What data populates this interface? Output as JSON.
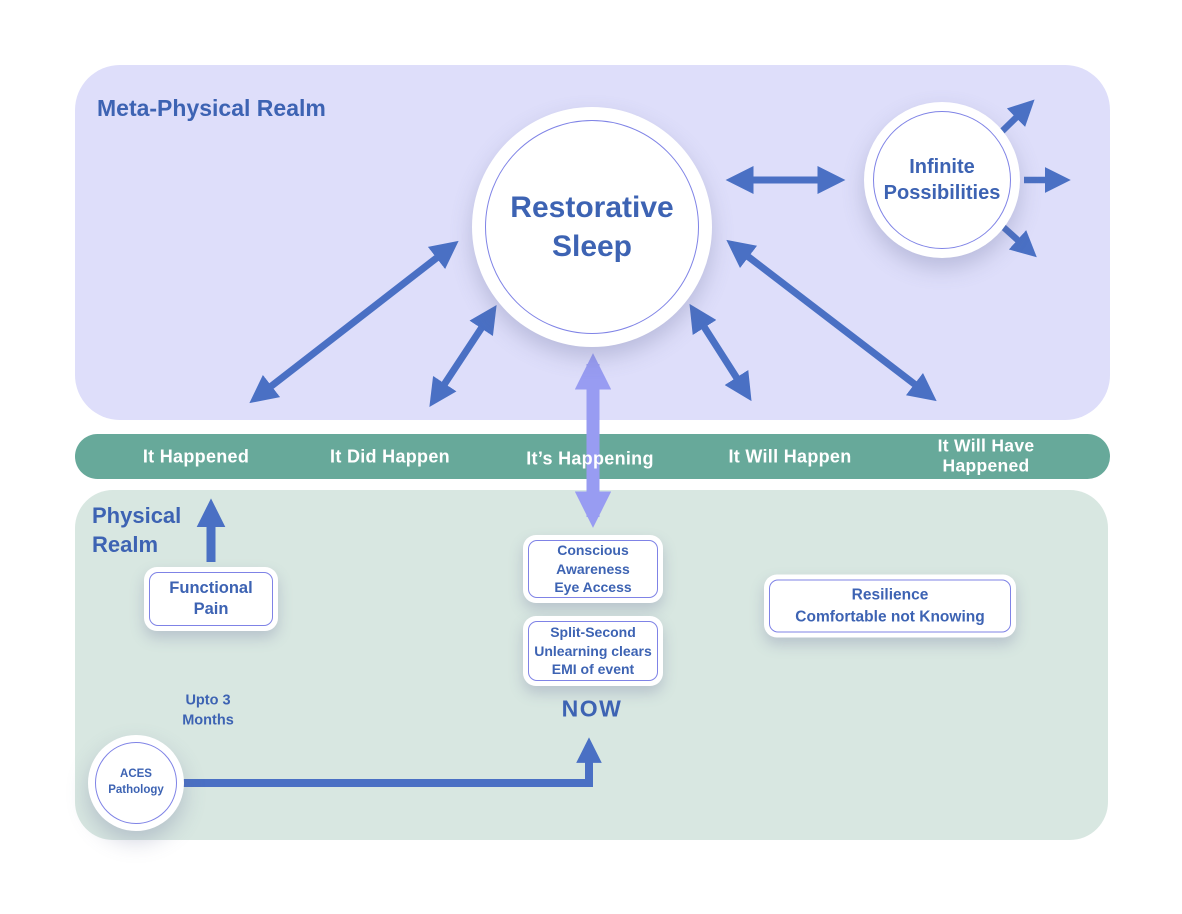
{
  "colors": {
    "meta_bg": "#dedefa",
    "physical_bg": "#d8e7e1",
    "band_bg": "#67a99a",
    "blue_arrow": "#4a70c4",
    "blue_text": "#3d63b3",
    "periwinkle_arrow": "#989cf2",
    "ring_purple": "#7f83e6",
    "card_white": "#ffffff"
  },
  "meta_panel": {
    "title": "Meta-Physical Realm",
    "restorative_sleep": {
      "line1": "Restorative",
      "line2": "Sleep"
    },
    "infinite_possibilities": {
      "line1": "Infinite",
      "line2": "Possibilities"
    }
  },
  "timeline_band": {
    "label_past": "It Happened",
    "label_did": "It Did Happen",
    "label_present": "It’s Happening",
    "label_will": "It Will Happen",
    "label_will_have_line1": "It Will Have",
    "label_will_have_line2": "Happened"
  },
  "physical_panel": {
    "title_line1": "Physical",
    "title_line2": "Realm",
    "functional_pain": {
      "line1": "Functional",
      "line2": "Pain"
    },
    "conscious_awareness": {
      "line1": "Conscious",
      "line2": "Awareness",
      "line3": "Eye Access"
    },
    "split_second": {
      "line1": "Split-Second",
      "line2": "Unlearning clears",
      "line3": "EMI of event"
    },
    "now_label": "NOW",
    "resilience": {
      "line1": "Resilience",
      "line2": "Comfortable not Knowing"
    },
    "upto_months": {
      "line1": "Upto 3",
      "line2": "Months"
    },
    "aces_pathology": {
      "line1": "ACES",
      "line2": "Pathology"
    }
  }
}
